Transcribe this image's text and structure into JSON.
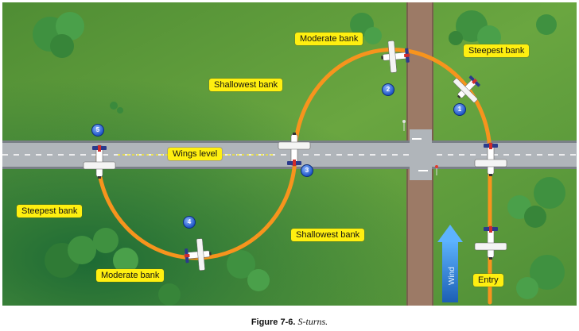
{
  "labels": {
    "moderate_bank_top": "Moderate bank",
    "steepest_bank_top": "Steepest bank",
    "shallowest_bank_top": "Shallowest bank",
    "wings_level": "Wings level",
    "steepest_bank_bottom": "Steepest bank",
    "shallowest_bank_bottom": "Shallowest bank",
    "moderate_bank_bottom": "Moderate bank",
    "entry": "Entry",
    "wind": "Wind"
  },
  "positions": [
    "1",
    "2",
    "3",
    "4",
    "5"
  ],
  "caption": {
    "label": "Figure 7-6.",
    "title": "S-turns."
  },
  "colors": {
    "grass": "#5e9a3a",
    "grass_dark": "#2f7a35",
    "road": "#b0b5ba",
    "road_edge": "#7a8087",
    "dirt_road": "#9c7a66",
    "ground_track": "#f7941d",
    "callout": "#ffef10",
    "wind_arrow": "#2f7fd6",
    "tree": "#3f9140"
  }
}
